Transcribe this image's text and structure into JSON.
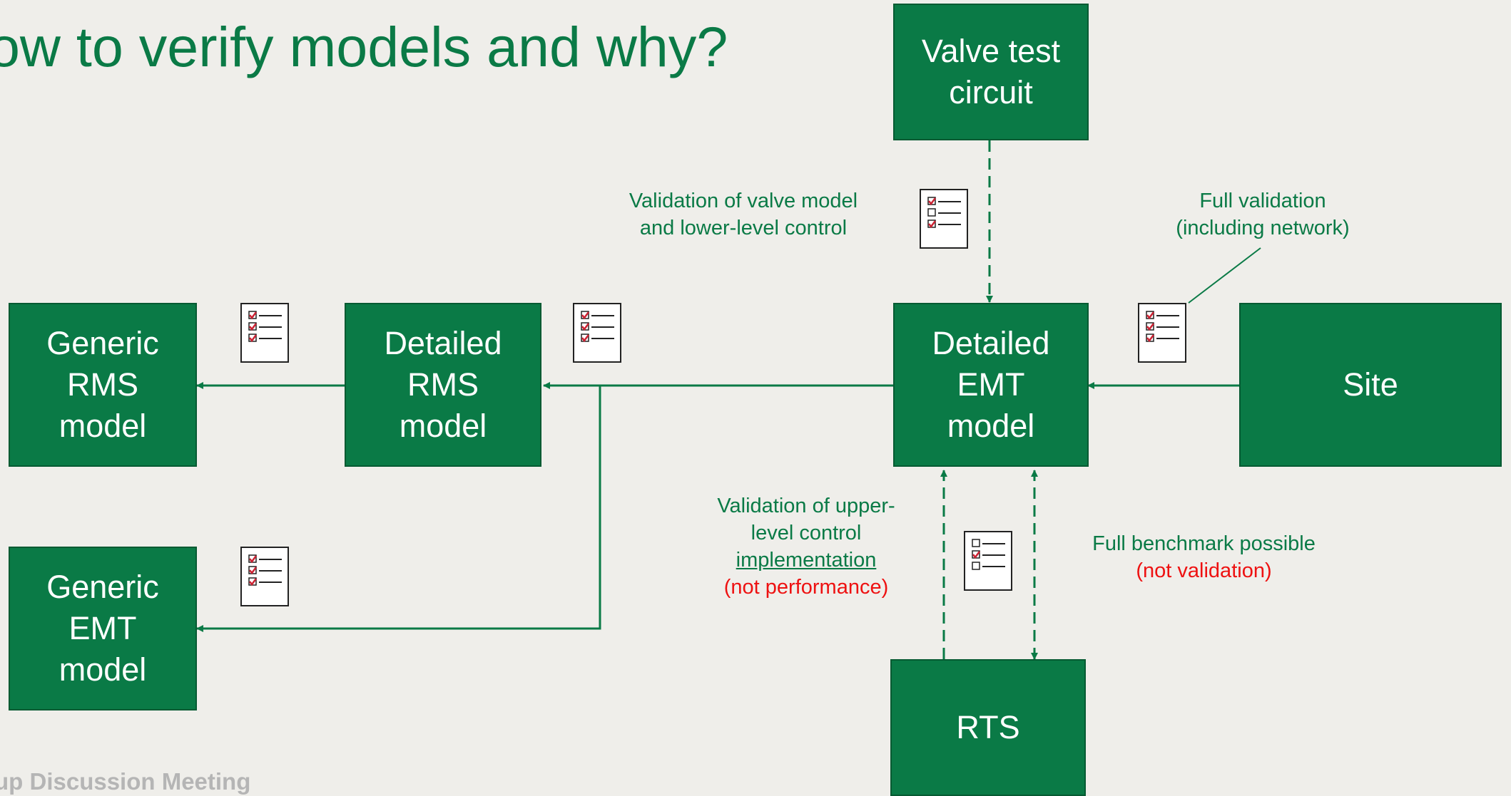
{
  "title": "ow to verify models and why?",
  "footer": "up Discussion Meeting",
  "boxes": {
    "valve_test": "Valve test\ncircuit",
    "generic_rms": "Generic\nRMS\nmodel",
    "detailed_rms": "Detailed\nRMS\nmodel",
    "detailed_emt": "Detailed\nEMT\nmodel",
    "site": "Site",
    "generic_emt": "Generic\nEMT\nmodel",
    "rts": "RTS"
  },
  "notes": {
    "valve": {
      "line1": "Validation of valve model",
      "line2": "and lower-level control"
    },
    "full_validation": {
      "line1": "Full validation",
      "line2": "(including network)"
    },
    "upper": {
      "line1": "Validation of upper-",
      "line2": "level control",
      "line3": "implementation",
      "line4": "(not performance)"
    },
    "benchmark": {
      "line1": "Full benchmark possible",
      "line2": "(not validation)"
    }
  },
  "colors": {
    "box_fill": "#0a7a46",
    "text_green": "#0a7a46",
    "text_red": "#ee1111",
    "check_red": "#cc2233",
    "background": "#efeeea"
  },
  "icons": [
    "checklist-icon"
  ]
}
